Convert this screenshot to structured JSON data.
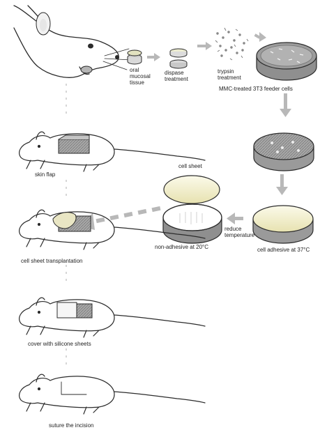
{
  "labels": {
    "oral_mucosal_tissue": "oral\nmucosal\ntissue",
    "dispase_treatment": "dispase\ntreatment",
    "trypsin_treatment": "trypsin\ntreatment",
    "feeder_cells": "MMC-treated 3T3 feeder cells",
    "skin_flap": "skin flap",
    "cell_sheet": "cell sheet",
    "reduce_temperature": "reduce\ntemperature",
    "non_adhesive": "non-adhesive at 20°C",
    "cell_adhesive": "cell adhesive at 37°C",
    "cell_sheet_transplantation": "cell sheet transplantation",
    "cover_silicone": "cover with silicone sheets",
    "suture_incision": "suture  the incision"
  },
  "colors": {
    "line": "#2b2b2b",
    "arrow": "#b8b8b8",
    "dish_fill": "#8f8f8f",
    "sheet_fill": "#f3f0c8",
    "patch": "#9a9a9a"
  }
}
